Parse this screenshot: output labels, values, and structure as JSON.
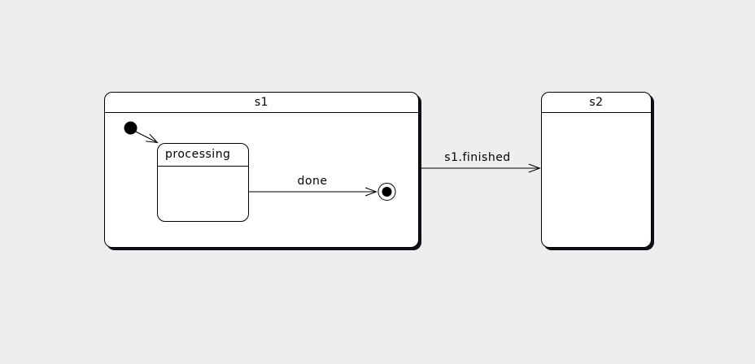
{
  "diagram": {
    "kind": "uml-state-diagram",
    "states": {
      "s1": {
        "label": "s1",
        "type": "composite"
      },
      "processing": {
        "label": "processing",
        "type": "simple",
        "parent": "s1"
      },
      "s2": {
        "label": "s2",
        "type": "simple"
      }
    },
    "pseudostates": {
      "initial": {
        "name": "initial-state",
        "parent": "s1"
      },
      "final": {
        "name": "final-state",
        "parent": "s1"
      }
    },
    "transitions": {
      "initial_to_processing": {
        "label": "",
        "from": "initial",
        "to": "processing"
      },
      "done": {
        "label": "done",
        "from": "processing",
        "to": "final"
      },
      "s1_finished": {
        "label": "s1.finished",
        "from": "s1",
        "to": "s2"
      }
    },
    "colors": {
      "background": "#eeeeee",
      "state_fill": "#ffffff",
      "ink": "#000000",
      "shadow": "#0f0f17"
    }
  }
}
